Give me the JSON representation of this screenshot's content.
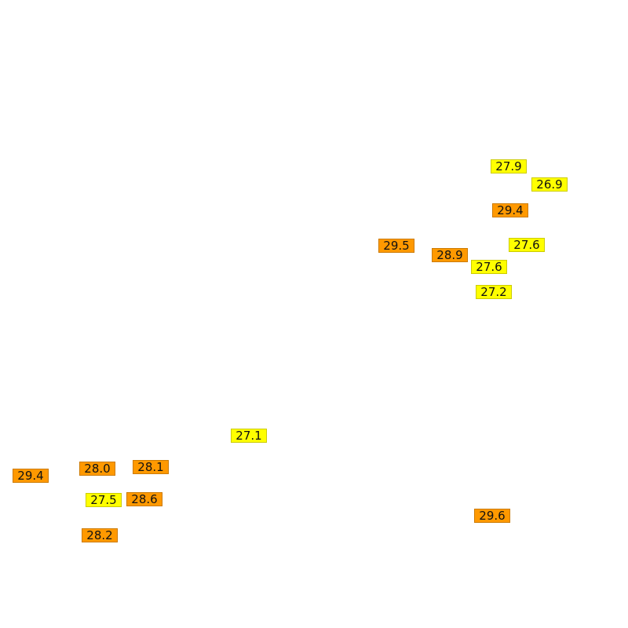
{
  "legend_colors": {
    "orange": "#ff9900",
    "orange_border": "#cc7a00",
    "yellow": "#ffff00",
    "yellow_border": "#cccc00"
  },
  "markers": [
    {
      "label": "27.9",
      "color": "yellow"
    },
    {
      "label": "26.9",
      "color": "yellow"
    },
    {
      "label": "29.4",
      "color": "orange"
    },
    {
      "label": "29.5",
      "color": "orange"
    },
    {
      "label": "28.9",
      "color": "orange"
    },
    {
      "label": "27.6",
      "color": "yellow"
    },
    {
      "label": "27.6",
      "color": "yellow"
    },
    {
      "label": "27.2",
      "color": "yellow"
    },
    {
      "label": "27.1",
      "color": "yellow"
    },
    {
      "label": "29.4",
      "color": "orange"
    },
    {
      "label": "28.0",
      "color": "orange"
    },
    {
      "label": "28.1",
      "color": "orange"
    },
    {
      "label": "27.5",
      "color": "yellow"
    },
    {
      "label": "28.6",
      "color": "orange"
    },
    {
      "label": "28.2",
      "color": "orange"
    },
    {
      "label": "29.6",
      "color": "orange"
    }
  ]
}
